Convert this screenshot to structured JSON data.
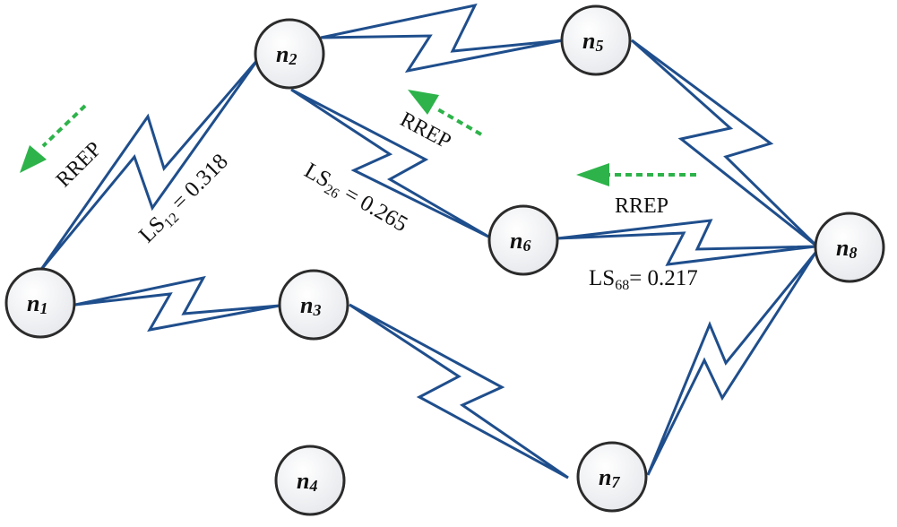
{
  "diagram": {
    "type": "network-topology",
    "nodes": [
      {
        "id": "n1",
        "base": "n",
        "sub": "1"
      },
      {
        "id": "n2",
        "base": "n",
        "sub": "2"
      },
      {
        "id": "n3",
        "base": "n",
        "sub": "3"
      },
      {
        "id": "n4",
        "base": "n",
        "sub": "4"
      },
      {
        "id": "n5",
        "base": "n",
        "sub": "5"
      },
      {
        "id": "n6",
        "base": "n",
        "sub": "6"
      },
      {
        "id": "n7",
        "base": "n",
        "sub": "7"
      },
      {
        "id": "n8",
        "base": "n",
        "sub": "8"
      }
    ],
    "links": [
      {
        "from": "n1",
        "to": "n2",
        "label_prefix": "LS",
        "label_sub": "12",
        "label_value": " = 0.318"
      },
      {
        "from": "n2",
        "to": "n5"
      },
      {
        "from": "n2",
        "to": "n6",
        "label_prefix": "LS",
        "label_sub": "26",
        "label_value": " = 0.265"
      },
      {
        "from": "n5",
        "to": "n8"
      },
      {
        "from": "n6",
        "to": "n8",
        "label_prefix": "LS",
        "label_sub": "68",
        "label_value": "= 0.217"
      },
      {
        "from": "n1",
        "to": "n3"
      },
      {
        "from": "n3",
        "to": "n7"
      },
      {
        "from": "n7",
        "to": "n8"
      }
    ],
    "messages": [
      {
        "label": "RREP",
        "along": "n2->n1"
      },
      {
        "label": "RREP",
        "along": "n6->n2"
      },
      {
        "label": "RREP",
        "along": "n8->n6"
      }
    ],
    "colors": {
      "link": "#1f4e8c",
      "rrep_arrow": "#2db34a",
      "node_border": "#2b2b2b"
    }
  }
}
